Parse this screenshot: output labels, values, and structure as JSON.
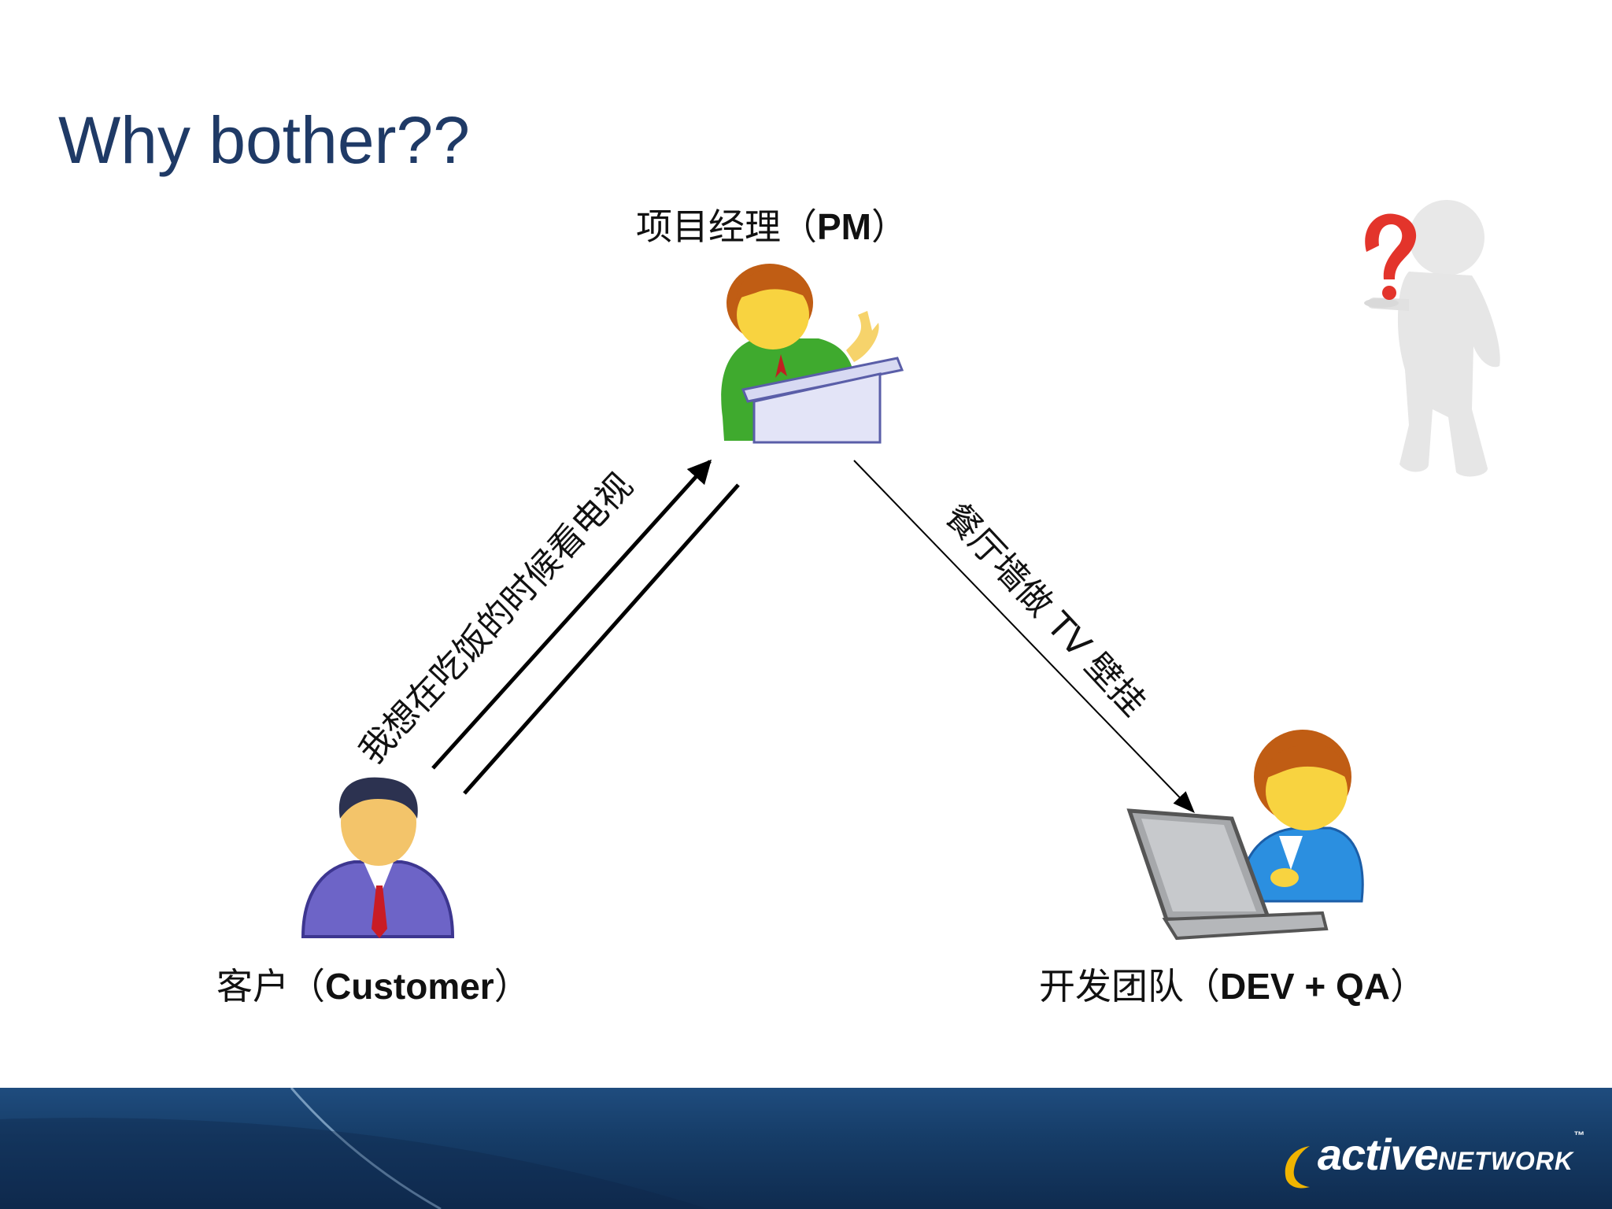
{
  "title": "Why bother??",
  "nodes": {
    "pm": {
      "label_cn": "项目经理（",
      "label_en": "PM",
      "label_close": "）"
    },
    "customer": {
      "label_cn": "客户（",
      "label_en": "Customer",
      "label_close": "）"
    },
    "dev": {
      "label_cn": "开发团队（",
      "label_en": "DEV + QA",
      "label_close": "）"
    }
  },
  "edges": {
    "customer_to_pm": "我想在吃饭的时候看电视",
    "pm_to_dev": "餐厅墙做 TV 壁挂"
  },
  "footer": {
    "logo_active": "active",
    "logo_network": "NETWORK",
    "logo_tm": "™"
  },
  "colors": {
    "title": "#1f3a66",
    "footer_bg": "#1f4c7e",
    "logo_accent": "#f0b400"
  },
  "icons": {
    "pm": "presenter-podium-icon",
    "customer": "businessman-icon",
    "dev": "developer-laptop-icon",
    "question": "question-mark-figure-icon"
  }
}
